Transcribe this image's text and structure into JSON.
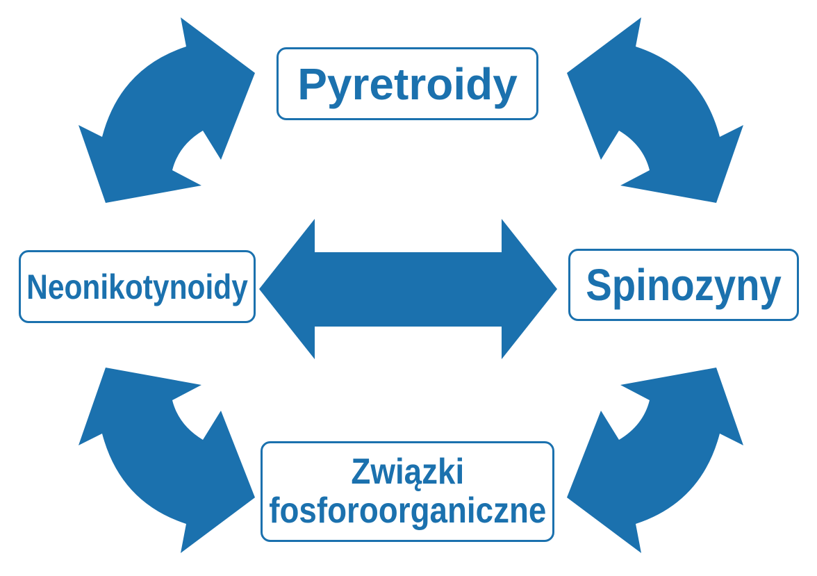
{
  "diagram": {
    "background_color": "#ffffff",
    "accent_color": "#1b71ae",
    "nodes": {
      "top": {
        "label": "Pyretroidy"
      },
      "left": {
        "label": "Neonikotynoidy"
      },
      "right": {
        "label": "Spinozyny"
      },
      "bottom": {
        "label": "Związki fosforoorganiczne",
        "label_line1": "Związki",
        "label_line2": "fosforoorganiczne"
      }
    },
    "connections": [
      {
        "from": "Neonikotynoidy",
        "to": "Pyretroidy",
        "style": "curved",
        "bidirectional": true
      },
      {
        "from": "Pyretroidy",
        "to": "Spinozyny",
        "style": "curved",
        "bidirectional": true
      },
      {
        "from": "Neonikotynoidy",
        "to": "Spinozyny",
        "style": "straight",
        "bidirectional": true
      },
      {
        "from": "Neonikotynoidy",
        "to": "Związki fosforoorganiczne",
        "style": "curved",
        "bidirectional": true
      },
      {
        "from": "Związki fosforoorganiczne",
        "to": "Spinozyny",
        "style": "curved",
        "bidirectional": true
      }
    ]
  }
}
